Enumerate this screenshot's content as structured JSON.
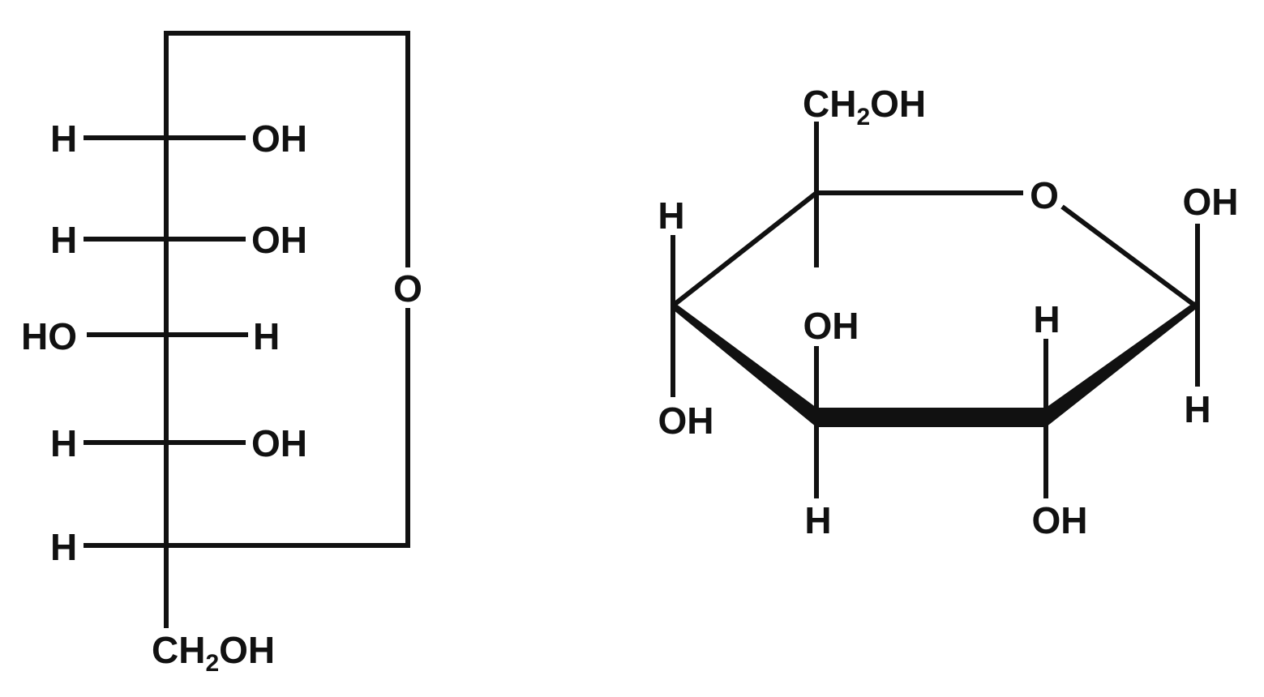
{
  "fischer": {
    "rows": [
      {
        "left": "H",
        "right": "OH"
      },
      {
        "left": "H",
        "right": "OH"
      },
      {
        "left": "HO",
        "right": "H"
      },
      {
        "left": "H",
        "right": "OH"
      },
      {
        "left": "H",
        "right": ""
      }
    ],
    "ring_oxygen": "O",
    "bottom_group": {
      "main1": "CH",
      "sub": "2",
      "main2": "OH"
    }
  },
  "haworth": {
    "top_group": {
      "main1": "CH",
      "sub": "2",
      "main2": "OH"
    },
    "ring_oxygen": "O",
    "c1_up": "OH",
    "c1_down": "H",
    "c2_up": "H",
    "c2_down": "OH",
    "c3_up": "OH",
    "c3_down": "H",
    "c4_up": "H",
    "c4_down": "OH"
  }
}
